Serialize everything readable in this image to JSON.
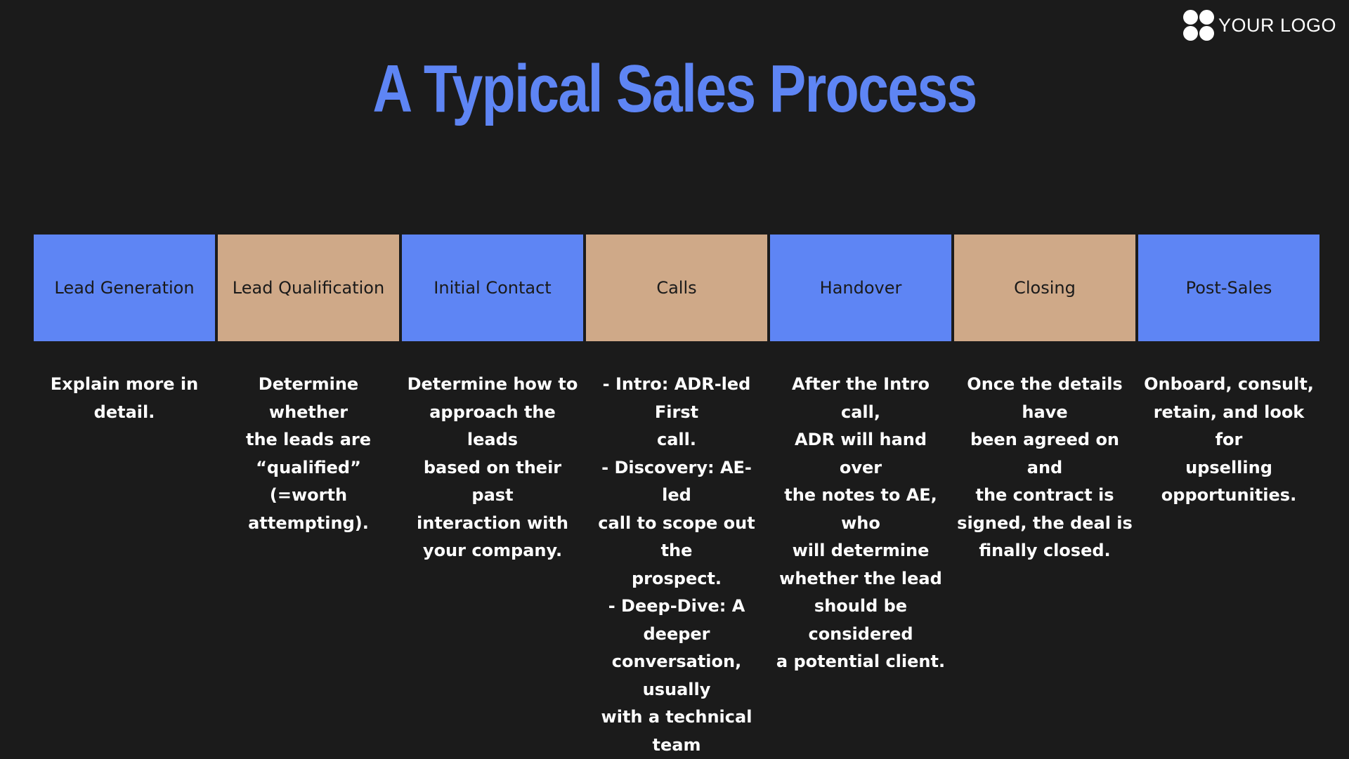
{
  "logo": {
    "text": "YOUR LOGO"
  },
  "title": "A Typical Sales Process",
  "colors": {
    "background": "#1b1b1b",
    "title": "#5e85f4",
    "blue_box": "#5e85f4",
    "tan_box": "#cfa988",
    "text_light": "#ffffff",
    "text_dark": "#1a1a1a"
  },
  "stages": [
    {
      "label": "Lead Generation",
      "color": "#5e85f4",
      "description": "Explain more in\ndetail."
    },
    {
      "label": "Lead Qualification",
      "color": "#cfa988",
      "description": "Determine whether\nthe leads are\n“qualified” (=worth\nattempting)."
    },
    {
      "label": "Initial Contact",
      "color": "#5e85f4",
      "description": "Determine how to\napproach the leads\nbased on their past\ninteraction with\nyour company."
    },
    {
      "label": "Calls",
      "color": "#cfa988",
      "description": "- Intro: ADR-led First\ncall.\n- Discovery: AE-led\ncall to scope out the\nprospect.\n- Deep-Dive: A deeper\nconversation, usually\nwith a technical team"
    },
    {
      "label": "Handover",
      "color": "#5e85f4",
      "description": "After the Intro call,\nADR will hand over\nthe notes to AE, who\nwill determine\nwhether the lead\nshould be considered\na potential client."
    },
    {
      "label": "Closing",
      "color": "#cfa988",
      "description": "Once the details have\nbeen agreed on and\nthe contract is\nsigned, the deal is\nfinally closed."
    },
    {
      "label": "Post-Sales",
      "color": "#5e85f4",
      "description": "Onboard, consult,\nretain, and look for\nupselling\nopportunities."
    }
  ]
}
